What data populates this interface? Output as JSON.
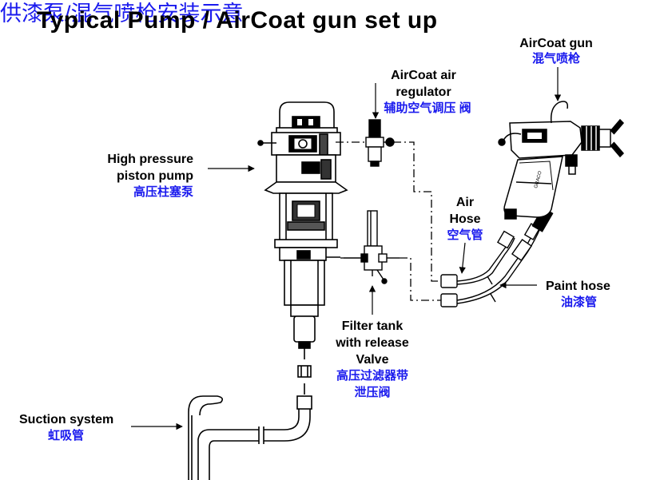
{
  "title_en": "Typical Pump / AirCoat gun set up",
  "title_zh": "供漆泵/混气喷枪安装示意",
  "labels": {
    "aircoat_gun": {
      "en": "AirCoat gun",
      "zh": "混气喷枪"
    },
    "air_regulator": {
      "en_line1": "AirCoat air",
      "en_line2": "regulator",
      "zh": "辅助空气调压 阀"
    },
    "pump": {
      "en_line1": "High pressure",
      "en_line2": "piston pump",
      "zh": "高压柱塞泵"
    },
    "air_hose": {
      "en_line1": "Air",
      "en_line2": "Hose",
      "zh": "空气管"
    },
    "paint_hose": {
      "en": "Paint hose",
      "zh": "油漆管"
    },
    "filter": {
      "en_line1": "Filter tank",
      "en_line2": "with release",
      "en_line3": "Valve",
      "zh_line1": "高压过滤器带",
      "zh_line2": "泄压阀"
    },
    "suction": {
      "en": "Suction system",
      "zh": "虹吸管"
    }
  },
  "colors": {
    "text": "#000000",
    "chinese_text": "#1a1aee",
    "line": "#000000"
  }
}
